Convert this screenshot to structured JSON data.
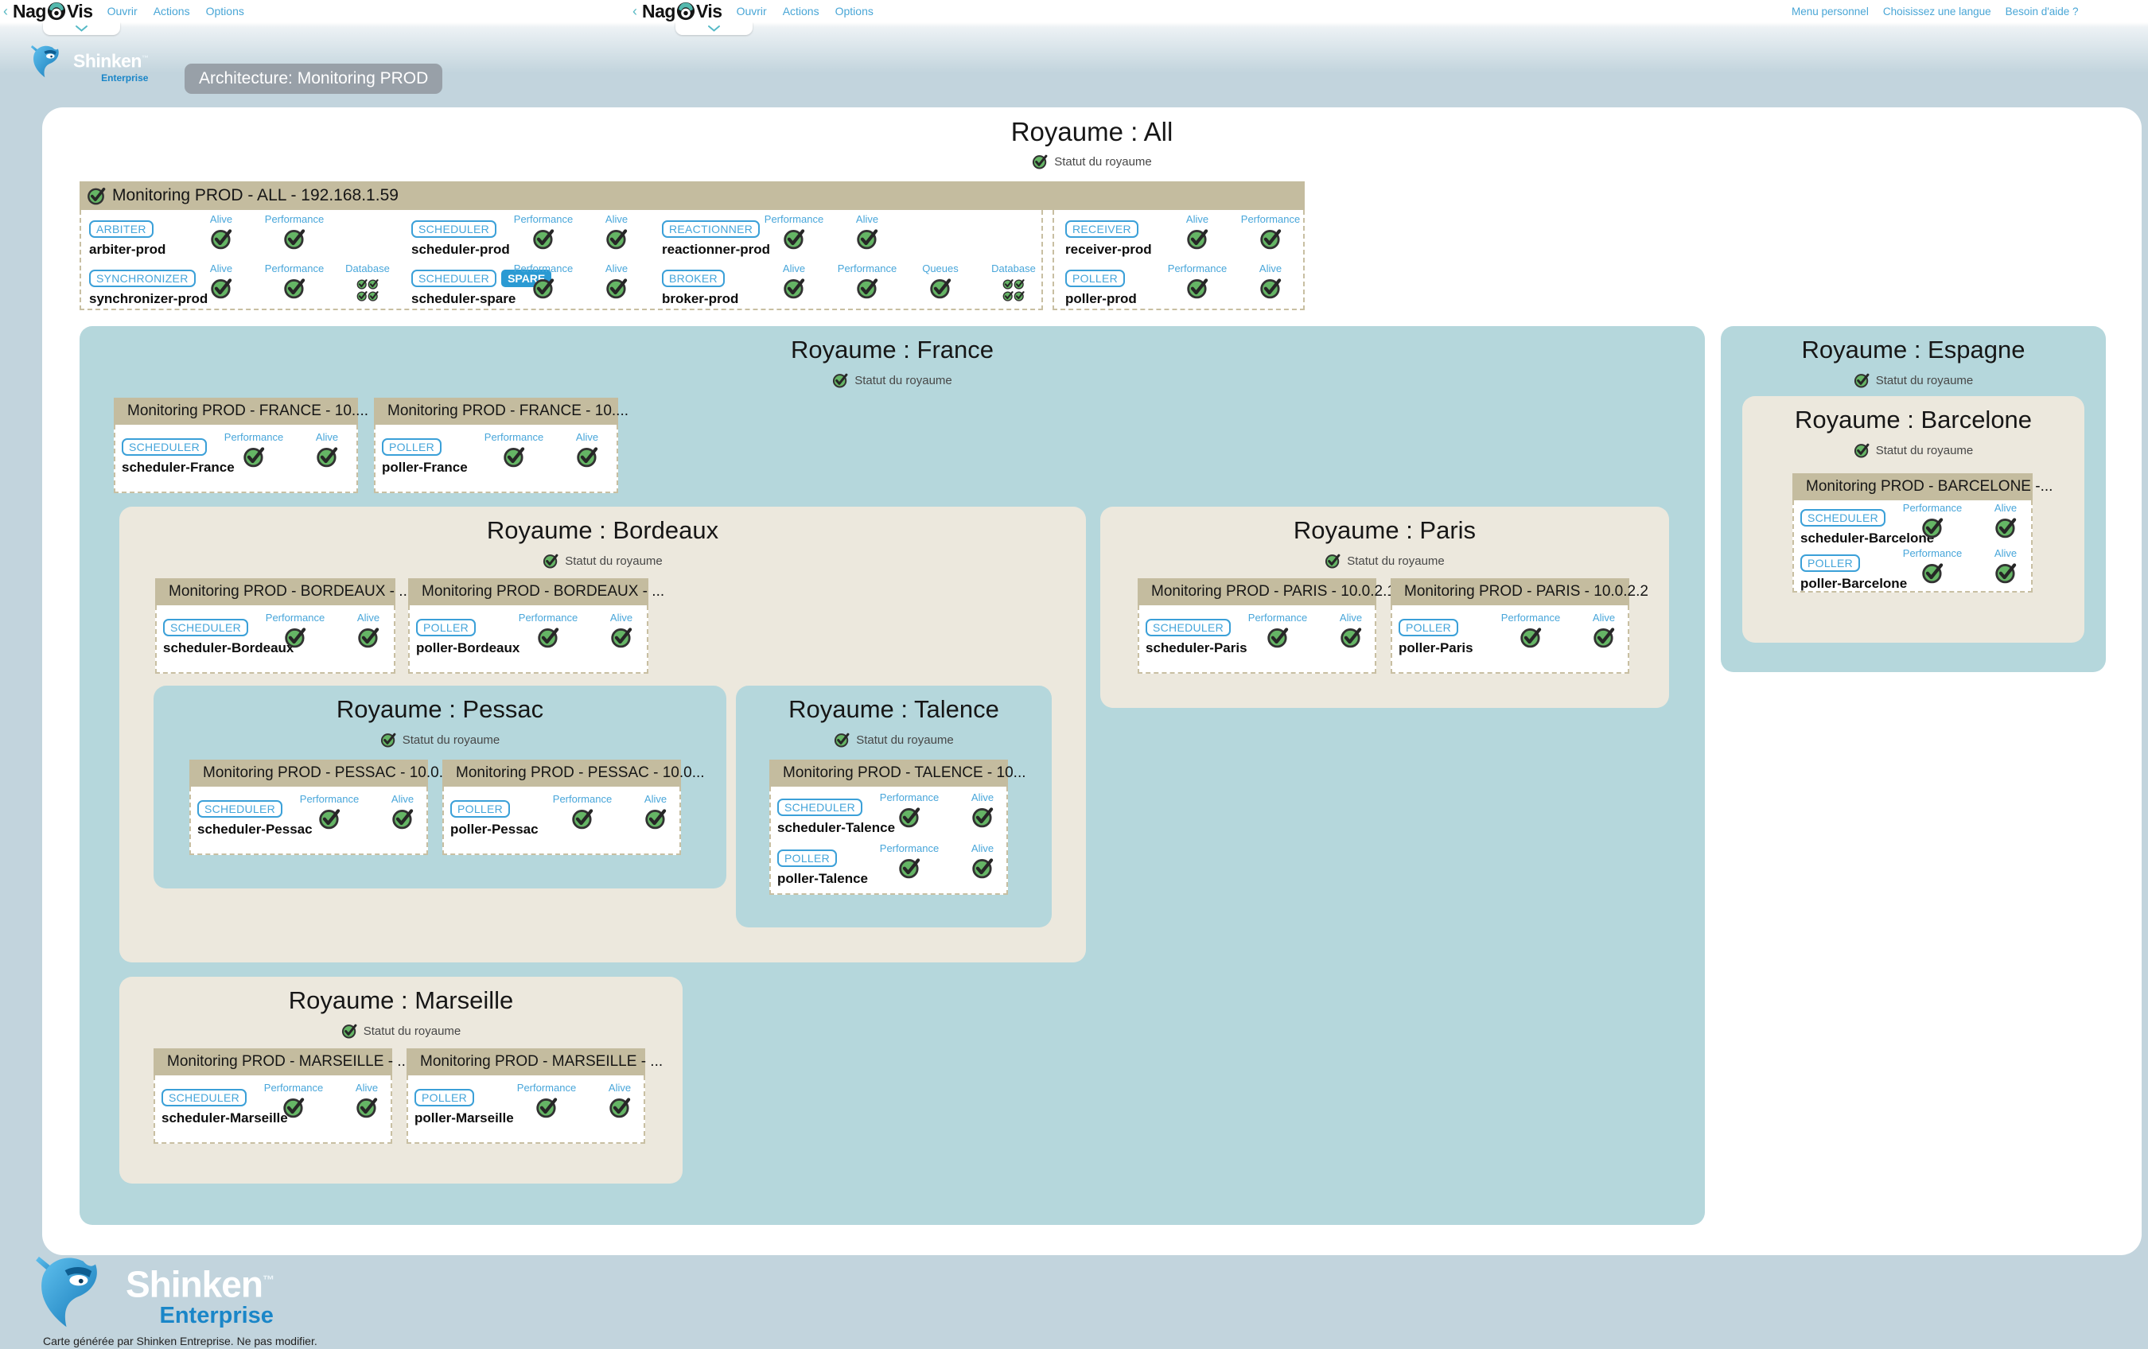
{
  "header": {
    "back_arrow": "‹",
    "frames": [
      {
        "logo_text_1": "Nag",
        "logo_text_2": "Vis",
        "menu": [
          "Ouvrir",
          "Actions",
          "Options"
        ]
      },
      {
        "logo_text_1": "Nag",
        "logo_text_2": "Vis",
        "menu": [
          "Ouvrir",
          "Actions",
          "Options"
        ]
      }
    ],
    "right_menu": [
      "Menu personnel",
      "Choisissez une langue",
      "Besoin d'aide ?"
    ]
  },
  "branding": {
    "name": "Shinken",
    "tm": "™",
    "edition": "Enterprise",
    "map_badge": "Architecture: Monitoring PROD"
  },
  "labels": {
    "statut": "Statut du royaume"
  },
  "colors": {
    "accent_blue": "#49a6d6",
    "status_green": "#65b565",
    "realm_teal": "#b5d7dc",
    "realm_beige": "#ece8dd",
    "monitor_header_tan": "#c4bc9f"
  },
  "realms": {
    "all": {
      "title": "Royaume : All"
    },
    "france": {
      "title": "Royaume : France"
    },
    "espagne": {
      "title": "Royaume : Espagne"
    },
    "bordeaux": {
      "title": "Royaume : Bordeaux"
    },
    "paris": {
      "title": "Royaume : Paris"
    },
    "pessac": {
      "title": "Royaume : Pessac"
    },
    "talence": {
      "title": "Royaume : Talence"
    },
    "marseille": {
      "title": "Royaume : Marseille"
    },
    "barcelone": {
      "title": "Royaume : Barcelone"
    }
  },
  "monitors": {
    "all": {
      "title": "Monitoring PROD - ALL - 192.168.1.59",
      "nodes": [
        {
          "type": "ARBITER",
          "name": "arbiter-prod",
          "metrics": [
            {
              "label": "Alive",
              "kind": "check"
            },
            {
              "label": "Performance",
              "kind": "check"
            }
          ]
        },
        {
          "type": "SCHEDULER",
          "name": "scheduler-prod",
          "metrics": [
            {
              "label": "Performance",
              "kind": "check"
            },
            {
              "label": "Alive",
              "kind": "check"
            }
          ]
        },
        {
          "type": "REACTIONNER",
          "name": "reactionner-prod",
          "metrics": [
            {
              "label": "Performance",
              "kind": "check"
            },
            {
              "label": "Alive",
              "kind": "check"
            }
          ]
        },
        {
          "type": "SYNCHRONIZER",
          "name": "synchronizer-prod",
          "metrics": [
            {
              "label": "Alive",
              "kind": "check"
            },
            {
              "label": "Performance",
              "kind": "check"
            },
            {
              "label": "Database",
              "kind": "quad"
            }
          ]
        },
        {
          "type": "SCHEDULER",
          "spare": "SPARE",
          "name": "scheduler-spare",
          "metrics": [
            {
              "label": "Performance",
              "kind": "check"
            },
            {
              "label": "Alive",
              "kind": "check"
            }
          ]
        },
        {
          "type": "BROKER",
          "name": "broker-prod",
          "metrics": [
            {
              "label": "Alive",
              "kind": "check"
            },
            {
              "label": "Performance",
              "kind": "check"
            },
            {
              "label": "Queues",
              "kind": "check"
            },
            {
              "label": "Database",
              "kind": "quad"
            }
          ]
        },
        {
          "type": "RECEIVER",
          "name": "receiver-prod",
          "metrics": [
            {
              "label": "Alive",
              "kind": "check"
            },
            {
              "label": "Performance",
              "kind": "check"
            }
          ]
        },
        {
          "type": "POLLER",
          "name": "poller-prod",
          "metrics": [
            {
              "label": "Performance",
              "kind": "check"
            },
            {
              "label": "Alive",
              "kind": "check"
            }
          ]
        }
      ]
    },
    "france1": {
      "title": "Monitoring PROD - FRANCE - 10....",
      "nodes": [
        {
          "type": "SCHEDULER",
          "name": "scheduler-France",
          "metrics": [
            {
              "label": "Performance",
              "kind": "check"
            },
            {
              "label": "Alive",
              "kind": "check"
            }
          ]
        }
      ]
    },
    "france2": {
      "title": "Monitoring PROD - FRANCE - 10....",
      "nodes": [
        {
          "type": "POLLER",
          "name": "poller-France",
          "metrics": [
            {
              "label": "Performance",
              "kind": "check"
            },
            {
              "label": "Alive",
              "kind": "check"
            }
          ]
        }
      ]
    },
    "bordeaux1": {
      "title": "Monitoring PROD - BORDEAUX - ...",
      "nodes": [
        {
          "type": "SCHEDULER",
          "name": "scheduler-Bordeaux",
          "metrics": [
            {
              "label": "Performance",
              "kind": "check"
            },
            {
              "label": "Alive",
              "kind": "check"
            }
          ]
        }
      ]
    },
    "bordeaux2": {
      "title": "Monitoring PROD - BORDEAUX - ...",
      "nodes": [
        {
          "type": "POLLER",
          "name": "poller-Bordeaux",
          "metrics": [
            {
              "label": "Performance",
              "kind": "check"
            },
            {
              "label": "Alive",
              "kind": "check"
            }
          ]
        }
      ]
    },
    "pessac1": {
      "title": "Monitoring PROD - PESSAC - 10.0...",
      "nodes": [
        {
          "type": "SCHEDULER",
          "name": "scheduler-Pessac",
          "metrics": [
            {
              "label": "Performance",
              "kind": "check"
            },
            {
              "label": "Alive",
              "kind": "check"
            }
          ]
        }
      ]
    },
    "pessac2": {
      "title": "Monitoring PROD - PESSAC - 10.0...",
      "nodes": [
        {
          "type": "POLLER",
          "name": "poller-Pessac",
          "metrics": [
            {
              "label": "Performance",
              "kind": "check"
            },
            {
              "label": "Alive",
              "kind": "check"
            }
          ]
        }
      ]
    },
    "talence": {
      "title": "Monitoring PROD - TALENCE - 10...",
      "nodes": [
        {
          "type": "SCHEDULER",
          "name": "scheduler-Talence",
          "metrics": [
            {
              "label": "Performance",
              "kind": "check"
            },
            {
              "label": "Alive",
              "kind": "check"
            }
          ]
        },
        {
          "type": "POLLER",
          "name": "poller-Talence",
          "metrics": [
            {
              "label": "Performance",
              "kind": "check"
            },
            {
              "label": "Alive",
              "kind": "check"
            }
          ]
        }
      ]
    },
    "paris1": {
      "title": "Monitoring PROD - PARIS - 10.0.2.1",
      "nodes": [
        {
          "type": "SCHEDULER",
          "name": "scheduler-Paris",
          "metrics": [
            {
              "label": "Performance",
              "kind": "check"
            },
            {
              "label": "Alive",
              "kind": "check"
            }
          ]
        }
      ]
    },
    "paris2": {
      "title": "Monitoring PROD - PARIS - 10.0.2.2",
      "nodes": [
        {
          "type": "POLLER",
          "name": "poller-Paris",
          "metrics": [
            {
              "label": "Performance",
              "kind": "check"
            },
            {
              "label": "Alive",
              "kind": "check"
            }
          ]
        }
      ]
    },
    "marseille1": {
      "title": "Monitoring PROD - MARSEILLE - ...",
      "nodes": [
        {
          "type": "SCHEDULER",
          "name": "scheduler-Marseille",
          "metrics": [
            {
              "label": "Performance",
              "kind": "check"
            },
            {
              "label": "Alive",
              "kind": "check"
            }
          ]
        }
      ]
    },
    "marseille2": {
      "title": "Monitoring PROD - MARSEILLE - ...",
      "nodes": [
        {
          "type": "POLLER",
          "name": "poller-Marseille",
          "metrics": [
            {
              "label": "Performance",
              "kind": "check"
            },
            {
              "label": "Alive",
              "kind": "check"
            }
          ]
        }
      ]
    },
    "barcelone": {
      "title": "Monitoring PROD - BARCELONE -...",
      "nodes": [
        {
          "type": "SCHEDULER",
          "name": "scheduler-Barcelone",
          "metrics": [
            {
              "label": "Performance",
              "kind": "check"
            },
            {
              "label": "Alive",
              "kind": "check"
            }
          ]
        },
        {
          "type": "POLLER",
          "name": "poller-Barcelone",
          "metrics": [
            {
              "label": "Performance",
              "kind": "check"
            },
            {
              "label": "Alive",
              "kind": "check"
            }
          ]
        }
      ]
    }
  },
  "footer": {
    "name": "Shinken",
    "tm": "™",
    "edition": "Enterprise",
    "caption": "Carte générée par Shinken Entreprise. Ne pas modifier."
  }
}
